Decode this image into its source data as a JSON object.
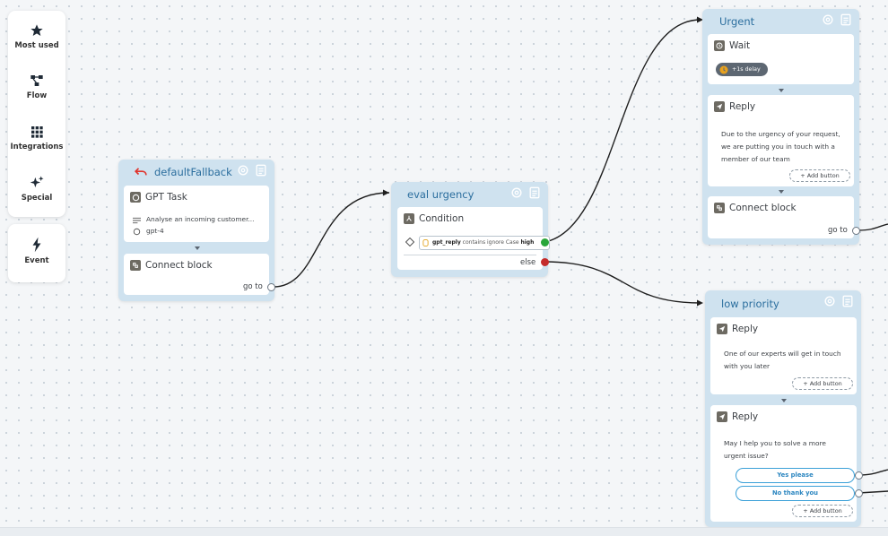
{
  "sidebar": {
    "items": [
      {
        "label": "Most used",
        "icon": "star-icon"
      },
      {
        "label": "Flow",
        "icon": "flow-icon"
      },
      {
        "label": "Integrations",
        "icon": "grid-icon"
      },
      {
        "label": "Special",
        "icon": "sparkle-icon"
      }
    ],
    "event": {
      "label": "Event",
      "icon": "bolt-icon"
    }
  },
  "blocks": {
    "default_fallback": {
      "title": "defaultFallback",
      "gpt_task": {
        "title": "GPT Task",
        "prompt": "Analyse an incoming customer...",
        "model": "gpt-4"
      },
      "connect": {
        "title": "Connect block",
        "goto": "go to"
      }
    },
    "eval_urgency": {
      "title": "eval urgency",
      "condition": {
        "title": "Condition",
        "variable": "gpt_reply",
        "operator": "contains ignore Case",
        "value": "high",
        "else_label": "else"
      }
    },
    "urgent": {
      "title": "Urgent",
      "wait": {
        "title": "Wait",
        "delay": "+1s delay"
      },
      "reply": {
        "title": "Reply",
        "lines": [
          "Due to the urgency of your request,",
          "we are putting you in touch with a",
          "member of our team"
        ],
        "add_button": "+ Add button"
      },
      "connect": {
        "title": "Connect block",
        "goto": "go to"
      }
    },
    "low_priority": {
      "title": "low priority",
      "reply1": {
        "title": "Reply",
        "lines": [
          "One of our experts will get in touch",
          "with you later"
        ],
        "add_button": "+ Add button"
      },
      "reply2": {
        "title": "Reply",
        "lines": [
          "May I help you to solve a more",
          "urgent issue?"
        ],
        "buttons": [
          "Yes please",
          "No thank you"
        ],
        "add_button": "+ Add button"
      }
    }
  },
  "colors": {
    "title": "#2b6e9e",
    "block_bg": "#cfe2ef",
    "fallback_icon": "#e0332b",
    "true_port": "#2aa63a",
    "else_port": "#c42b2b"
  }
}
